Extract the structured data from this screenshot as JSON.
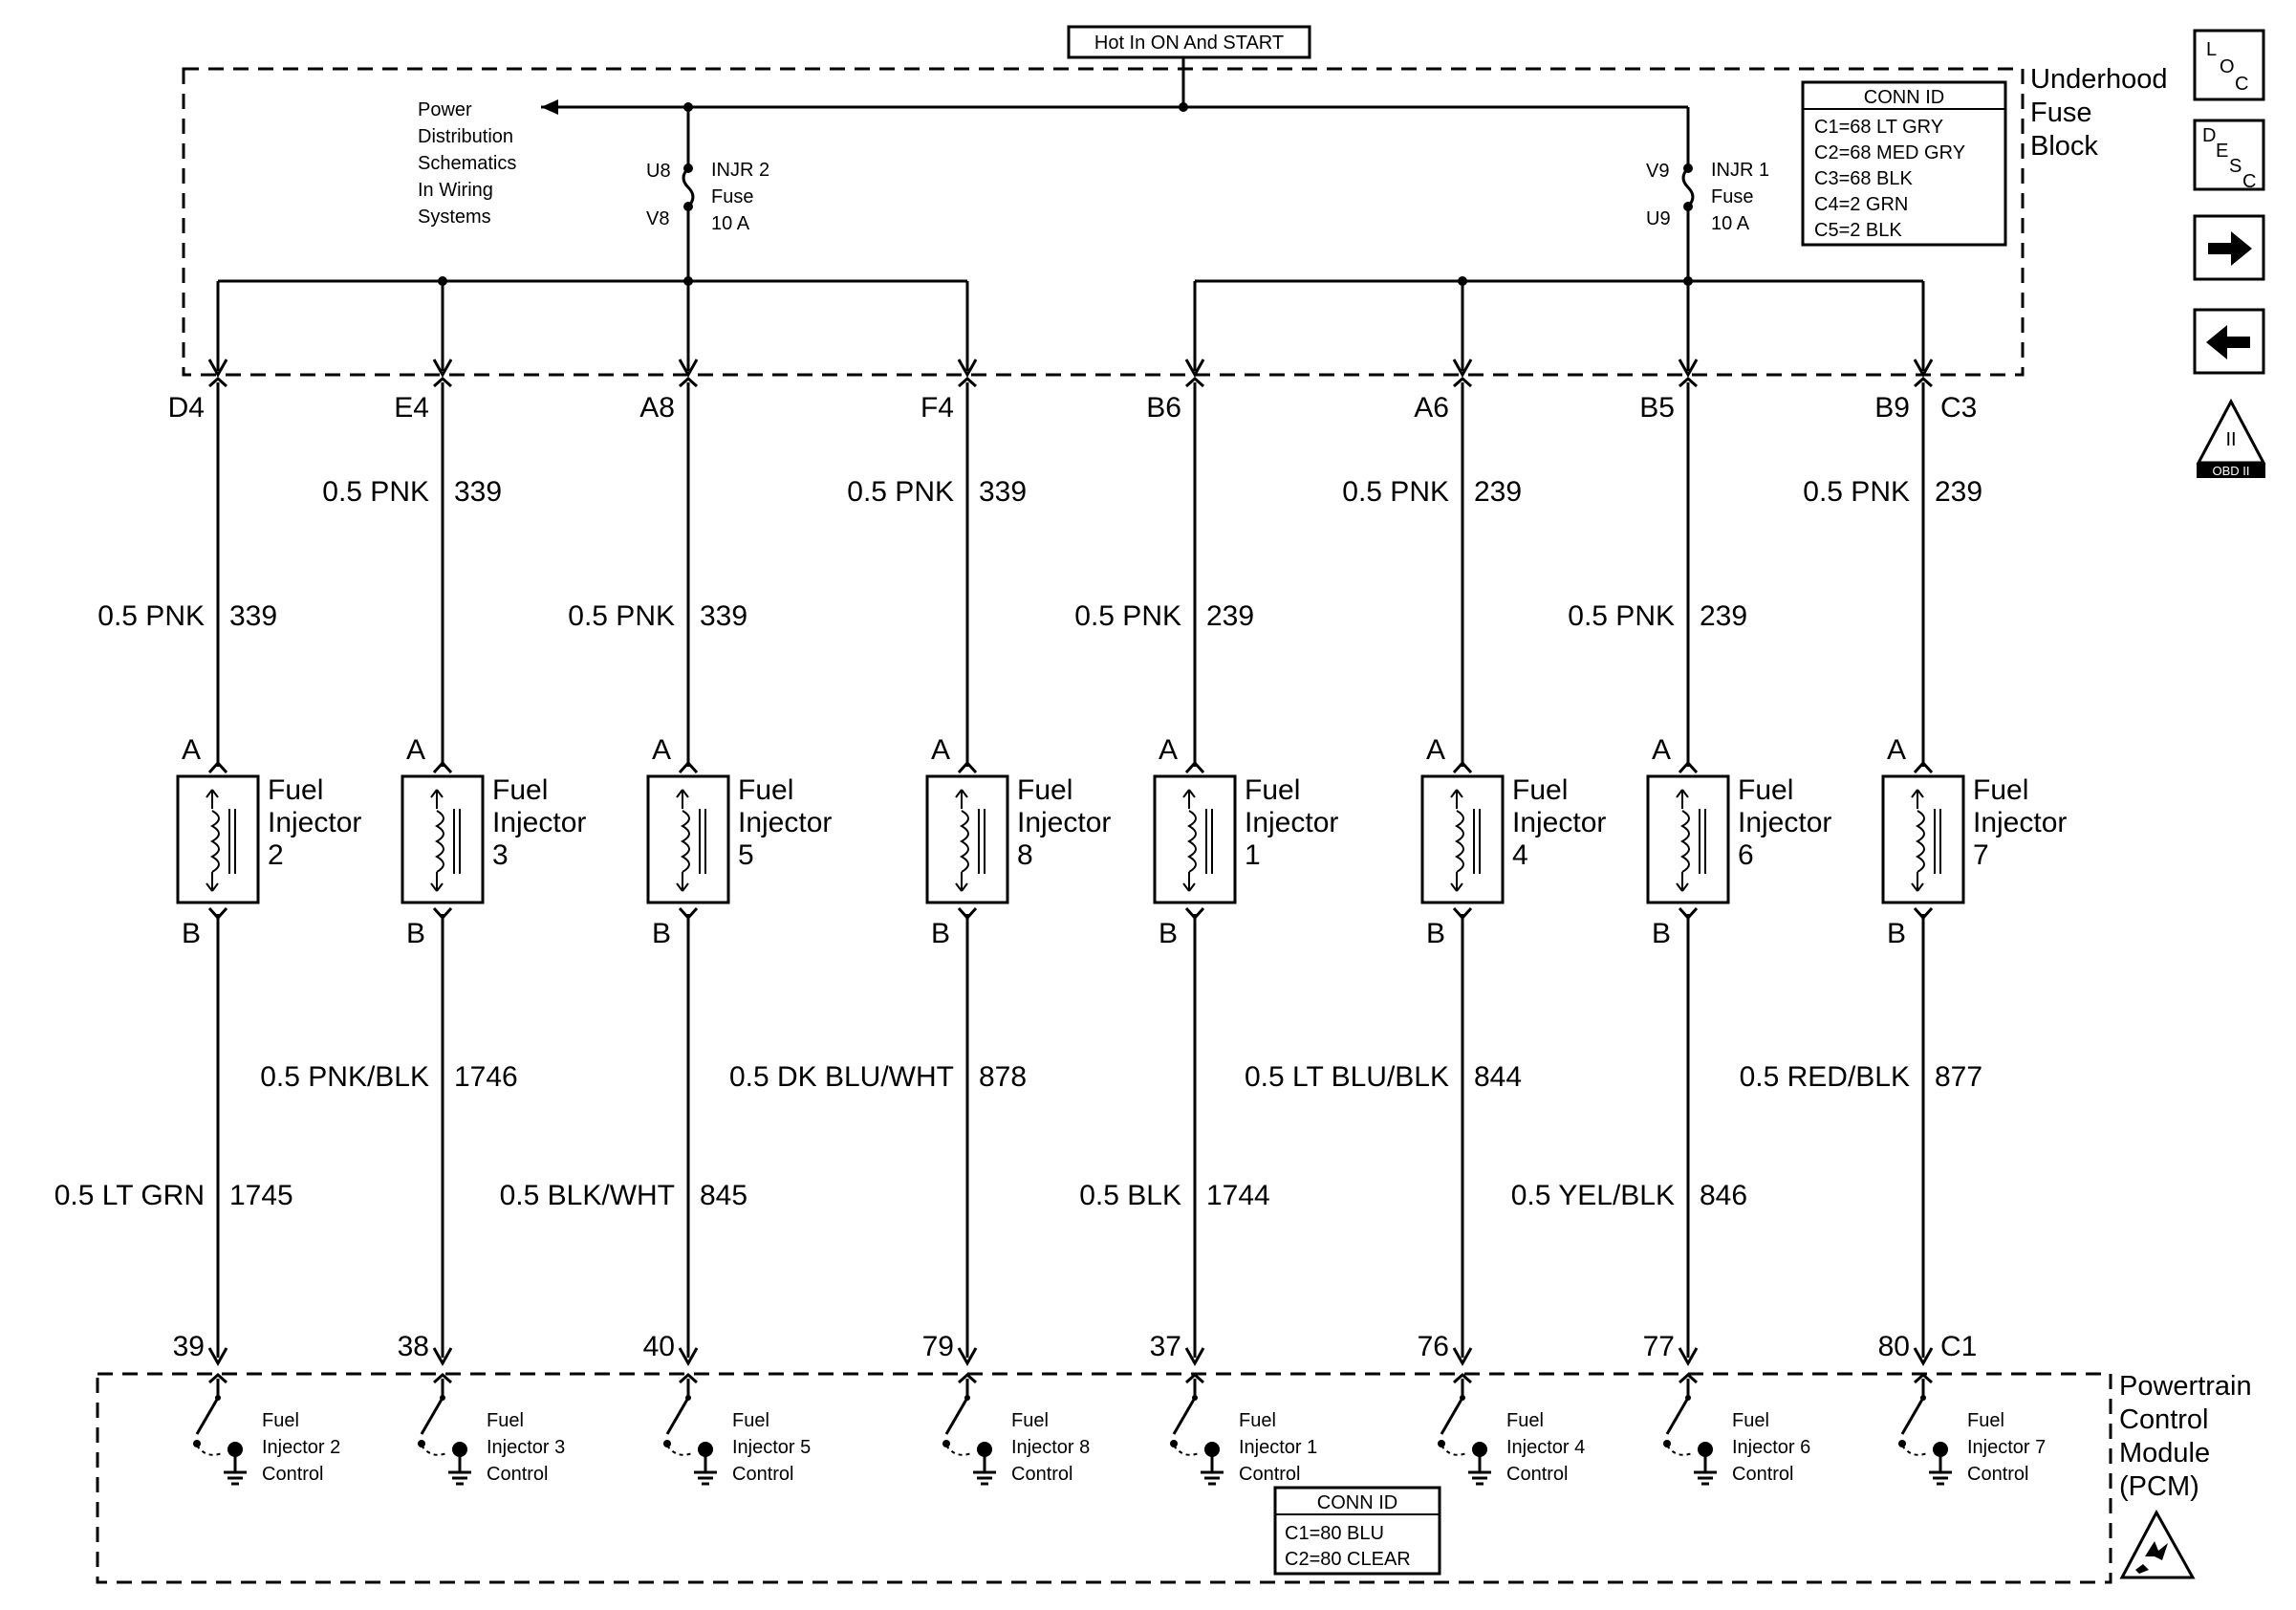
{
  "hot_label": "Hot In ON And START",
  "power_dist": [
    "Power",
    "Distribution",
    "Schematics",
    "In Wiring",
    "Systems"
  ],
  "fuse_left": {
    "top_pin": "U8",
    "bottom_pin": "V8",
    "lines": [
      "INJR 2",
      "Fuse",
      "10 A"
    ]
  },
  "fuse_right": {
    "top_pin": "V9",
    "bottom_pin": "U9",
    "lines": [
      "INJR 1",
      "Fuse",
      "10 A"
    ]
  },
  "fuse_block_label": [
    "Underhood",
    "Fuse",
    "Block"
  ],
  "conn_top": {
    "title": "CONN ID",
    "rows": [
      "C1=68 LT GRY",
      "C2=68 MED GRY",
      "C3=68 BLK",
      "C4=2 GRN",
      "C5=2 BLK"
    ]
  },
  "columns": [
    {
      "fuse_pin": "D4",
      "upper_wire": [
        "0.5 PNK",
        "339"
      ],
      "injector": [
        "Fuel",
        "Injector",
        "2"
      ],
      "lower_wire": [
        "0.5 LT GRN",
        "1745"
      ],
      "pcm_pin": "39",
      "control": [
        "Fuel",
        "Injector 2",
        "Control"
      ]
    },
    {
      "fuse_pin": "E4",
      "upper_wire": [
        "0.5 PNK",
        "339"
      ],
      "injector": [
        "Fuel",
        "Injector",
        "3"
      ],
      "lower_wire": [
        "0.5 PNK/BLK",
        "1746"
      ],
      "pcm_pin": "38",
      "control": [
        "Fuel",
        "Injector 3",
        "Control"
      ]
    },
    {
      "fuse_pin": "A8",
      "upper_wire": [
        "0.5 PNK",
        "339"
      ],
      "injector": [
        "Fuel",
        "Injector",
        "5"
      ],
      "lower_wire": [
        "0.5 BLK/WHT",
        "845"
      ],
      "pcm_pin": "40",
      "control": [
        "Fuel",
        "Injector 5",
        "Control"
      ]
    },
    {
      "fuse_pin": "F4",
      "upper_wire": [
        "0.5 PNK",
        "339"
      ],
      "injector": [
        "Fuel",
        "Injector",
        "8"
      ],
      "lower_wire": [
        "0.5 DK BLU/WHT",
        "878"
      ],
      "pcm_pin": "79",
      "control": [
        "Fuel",
        "Injector 8",
        "Control"
      ]
    },
    {
      "fuse_pin": "B6",
      "upper_wire": [
        "0.5 PNK",
        "239"
      ],
      "injector": [
        "Fuel",
        "Injector",
        "1"
      ],
      "lower_wire": [
        "0.5 BLK",
        "1744"
      ],
      "pcm_pin": "37",
      "control": [
        "Fuel",
        "Injector 1",
        "Control"
      ]
    },
    {
      "fuse_pin": "A6",
      "upper_wire": [
        "0.5 PNK",
        "239"
      ],
      "injector": [
        "Fuel",
        "Injector",
        "4"
      ],
      "lower_wire": [
        "0.5 LT BLU/BLK",
        "844"
      ],
      "pcm_pin": "76",
      "control": [
        "Fuel",
        "Injector 4",
        "Control"
      ]
    },
    {
      "fuse_pin": "B5",
      "upper_wire": [
        "0.5 PNK",
        "239"
      ],
      "injector": [
        "Fuel",
        "Injector",
        "6"
      ],
      "lower_wire": [
        "0.5 YEL/BLK",
        "846"
      ],
      "pcm_pin": "77",
      "control": [
        "Fuel",
        "Injector 6",
        "Control"
      ]
    },
    {
      "fuse_pin": "B9",
      "upper_wire": [
        "0.5 PNK",
        "239"
      ],
      "injector": [
        "Fuel",
        "Injector",
        "7"
      ],
      "lower_wire": [
        "0.5 RED/BLK",
        "877"
      ],
      "pcm_pin": "80",
      "control": [
        "Fuel",
        "Injector 7",
        "Control"
      ]
    }
  ],
  "connector_top_id": "C3",
  "connector_bottom_id": "C1",
  "terminal_a": "A",
  "terminal_b": "B",
  "pcm_label": [
    "Powertrain",
    "Control",
    "Module",
    "(PCM)"
  ],
  "conn_bottom": {
    "title": "CONN ID",
    "rows": [
      "C1=80 BLU",
      "C2=80 CLEAR"
    ]
  },
  "nav": {
    "loc": [
      "L",
      "O",
      "C"
    ],
    "desc": [
      "D",
      "E",
      "S",
      "C"
    ],
    "next_icon": "arrow-right-icon",
    "prev_icon": "arrow-left-icon",
    "obd_label": "OBD II",
    "obd_mark": "II"
  }
}
